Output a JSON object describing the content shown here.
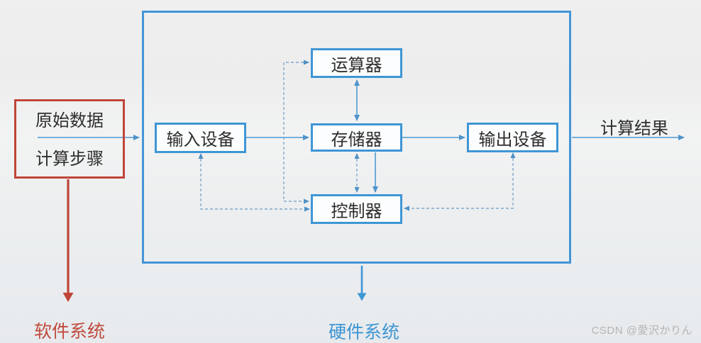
{
  "software_input": {
    "line1": "原始数据",
    "line2": "计算步骤"
  },
  "nodes": {
    "arithmetic": "运算器",
    "input": "输入设备",
    "memory": "存储器",
    "output": "输出设备",
    "control": "控制器"
  },
  "labels": {
    "result": "计算结果",
    "software_system": "软件系统",
    "hardware_system": "硬件系统"
  },
  "watermark": "CSDN @愛沢かりん",
  "colors": {
    "hardware_blue": "#3e96d5",
    "software_red": "#bf4538",
    "solid_line_blue": "#4e9ad2",
    "dashed_line_blue": "#7fa9cd",
    "text_dark": "#2e2e2e",
    "watermark_gray": "#b4b4b4"
  }
}
